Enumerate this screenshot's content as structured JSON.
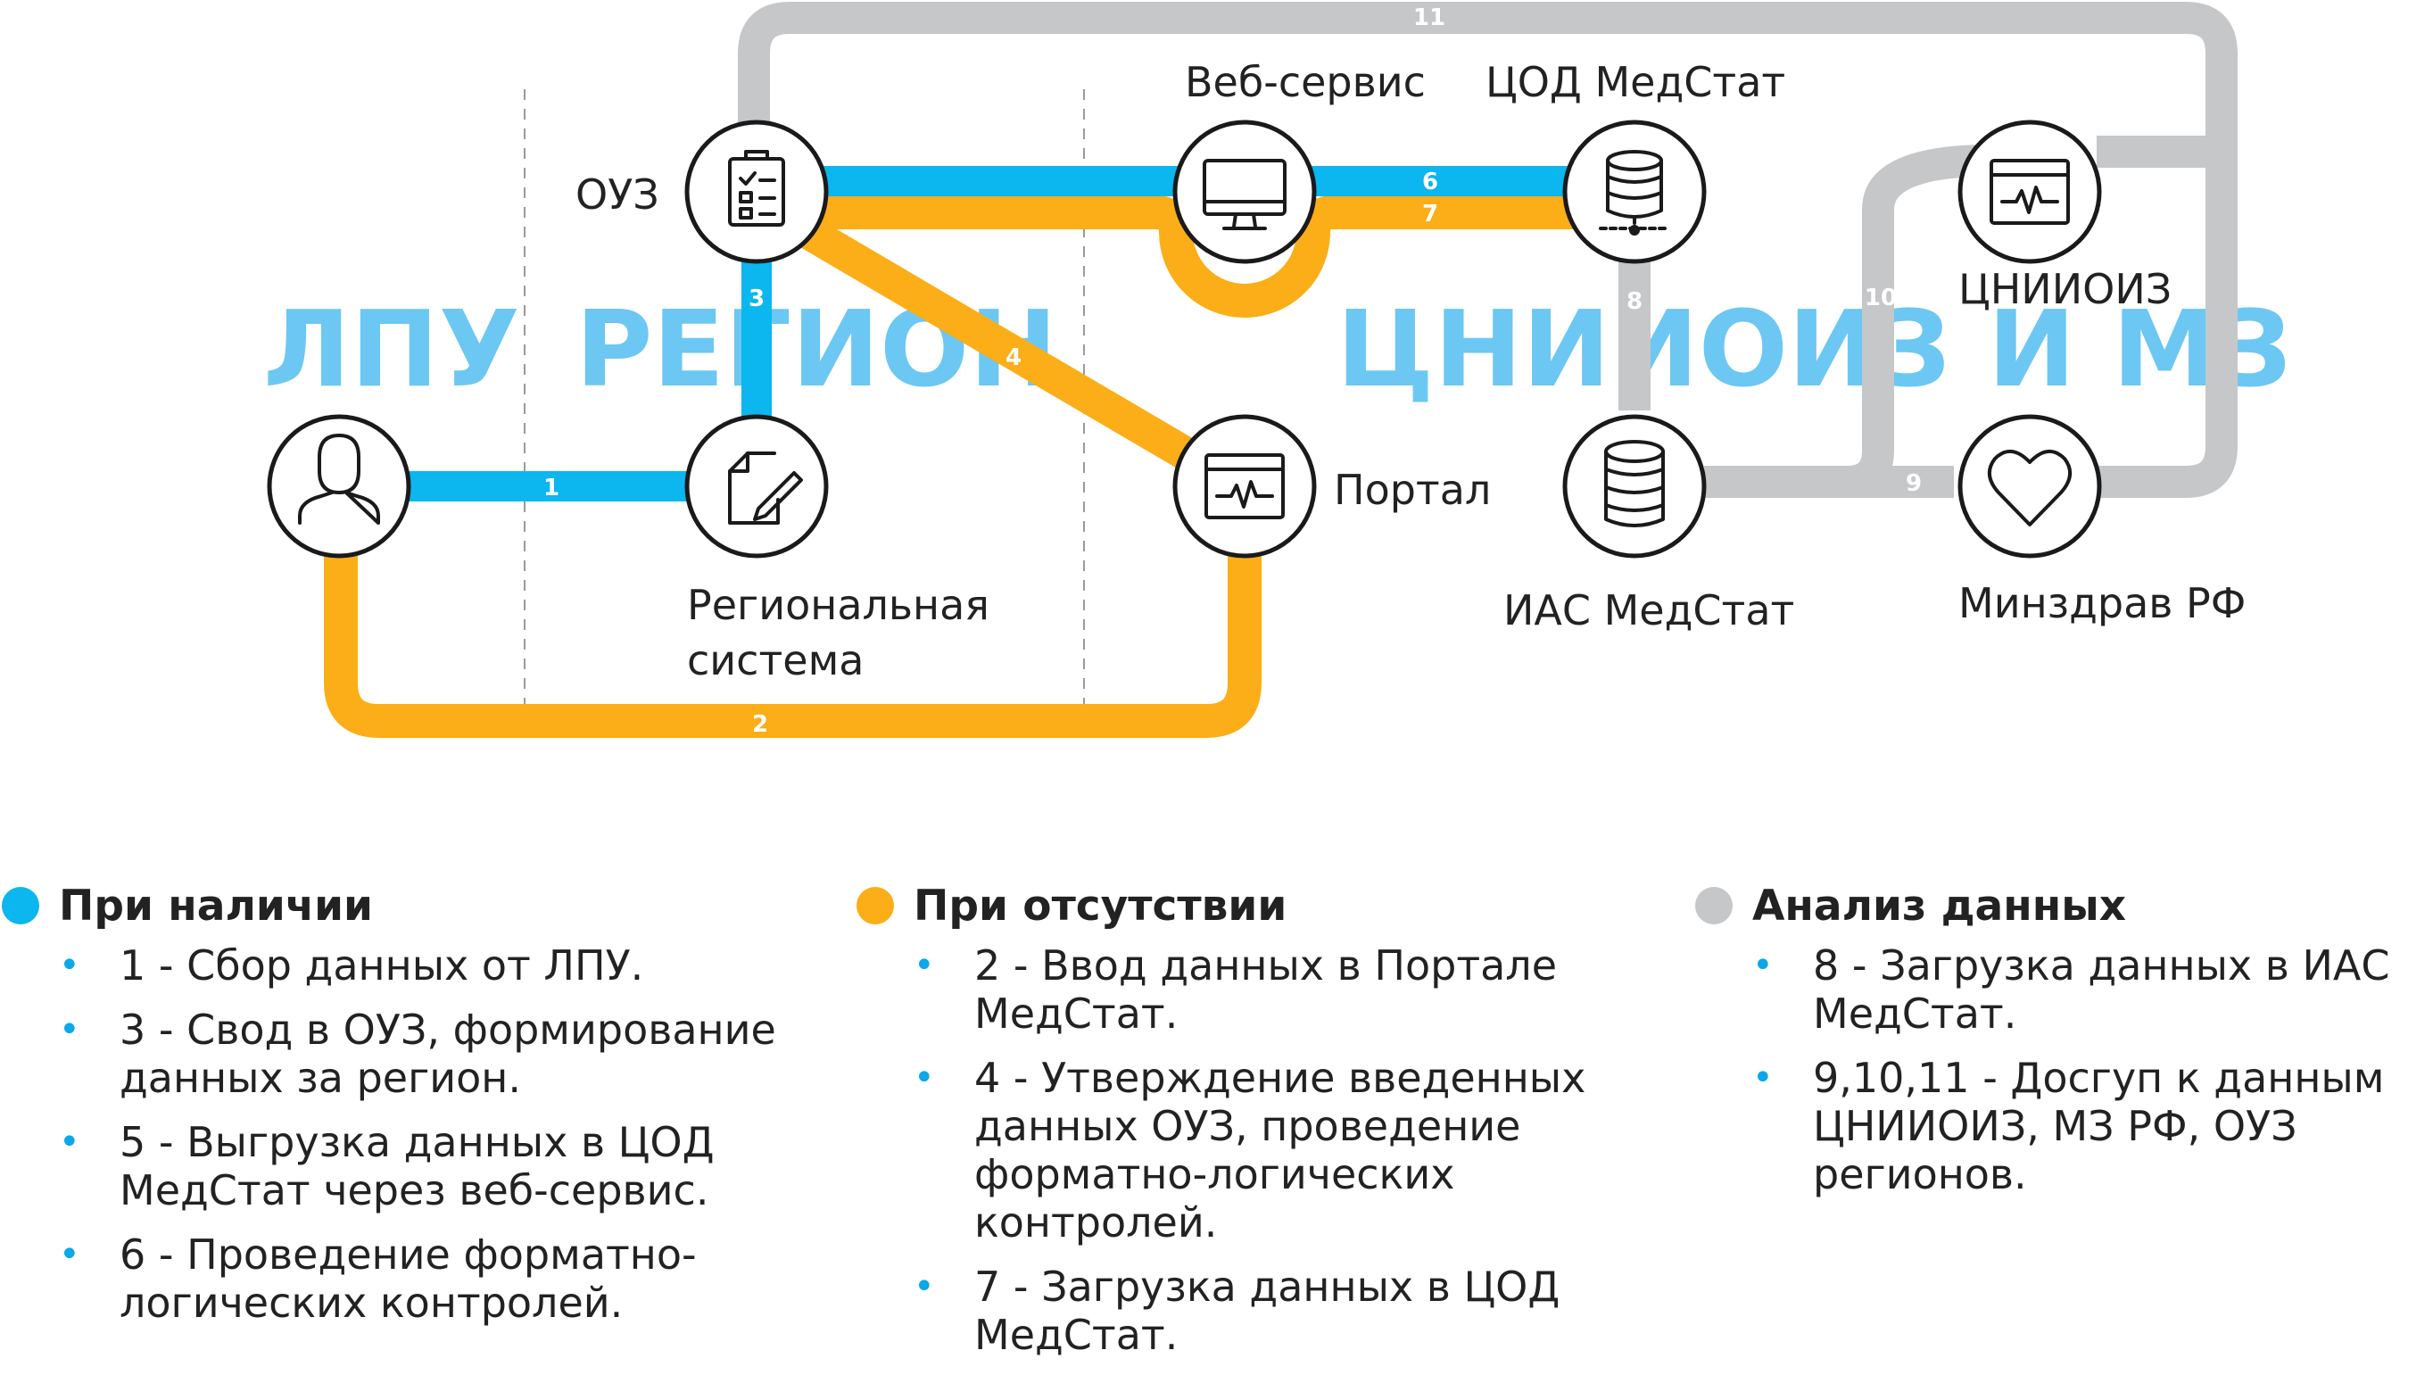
{
  "colors": {
    "blue": "#0cb6ee",
    "orange": "#fbae17",
    "gray": "#c6c7c9",
    "region_text": "#6cc7f3",
    "bullet": "#0aa8e8"
  },
  "regions": {
    "lpu": "ЛПУ",
    "region": "РЕГИОН",
    "central": "ЦНИИОИЗ И МЗ"
  },
  "nodes": {
    "user": {
      "icon": "user-icon"
    },
    "ouz": {
      "label": "ОУЗ",
      "icon": "checklist-icon"
    },
    "regional_system": {
      "label_line1": "Региональная",
      "label_line2": "система",
      "icon": "document-pen-icon"
    },
    "web_service": {
      "label": "Веб-сервис",
      "icon": "monitor-icon"
    },
    "portal": {
      "label": "Портал",
      "icon": "browser-pulse-icon"
    },
    "cod_medstat": {
      "label": "ЦОД МедСтат",
      "icon": "database-network-icon"
    },
    "ias_medstat": {
      "label": "ИАС МедСтат",
      "icon": "database-icon"
    },
    "cniioiz": {
      "label": "ЦНИИОИЗ",
      "icon": "browser-pulse-icon"
    },
    "minzdrav": {
      "label": "Минздрав РФ",
      "icon": "heart-icon"
    }
  },
  "lines": {
    "l1": "1",
    "l2": "2",
    "l3": "3",
    "l4": "4",
    "l6": "6",
    "l7": "7",
    "l8": "8",
    "l9": "9",
    "l10": "10",
    "l11": "11"
  },
  "legend": [
    {
      "title": "При наличии",
      "color": "#0cb6ee",
      "items": [
        [
          "1 - Сбор данных от ЛПУ."
        ],
        [
          "3 - Свод в ОУЗ, формирование",
          "данных за регион."
        ],
        [
          "5 - Выгрузка данных в ЦОД",
          "МедСтат через веб-сервис."
        ],
        [
          "6 - Проведение форматно-",
          "логических контролей."
        ]
      ]
    },
    {
      "title": "При отсутствии",
      "color": "#fbae17",
      "items": [
        [
          "2 - Ввод данных в Портале",
          "МедСтат."
        ],
        [
          "4 - Утверждение введенных",
          "данных ОУЗ, проведение",
          "форматно-логических",
          "контролей."
        ],
        [
          "7 - Загрузка данных в ЦОД",
          "МедСтат."
        ]
      ]
    },
    {
      "title": "Анализ данных",
      "color": "#c6c7c9",
      "items": [
        [
          "8 - Загрузка данных в ИАС",
          "МедСтат."
        ],
        [
          "9,10,11 - Досгуп к данным",
          "ЦНИИОИЗ, МЗ РФ, ОУЗ",
          "регионов."
        ]
      ]
    }
  ]
}
